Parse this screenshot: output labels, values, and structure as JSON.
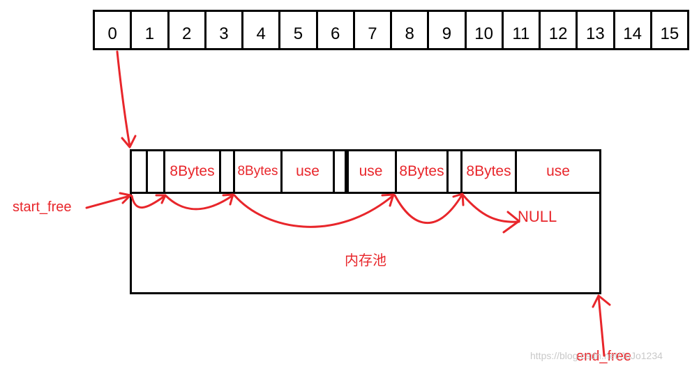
{
  "index_array": {
    "cells": [
      "0",
      "1",
      "2",
      "3",
      "4",
      "5",
      "6",
      "7",
      "8",
      "9",
      "10",
      "11",
      "12",
      "13",
      "14",
      "15"
    ]
  },
  "pool": {
    "label": "内存池",
    "blocks": [
      {
        "label": ""
      },
      {
        "label": ""
      },
      {
        "label": "8Bytes"
      },
      {
        "label": ""
      },
      {
        "label": "8Bytes"
      },
      {
        "label": "use"
      },
      {
        "label": ""
      },
      {
        "label": ""
      },
      {
        "label": "use"
      },
      {
        "label": "8Bytes"
      },
      {
        "label": ""
      },
      {
        "label": "8Bytes"
      },
      {
        "label": "use"
      }
    ],
    "null_label": "NULL"
  },
  "pointers": {
    "start_free": "start_free",
    "end_free": "end_free"
  },
  "watermark": "https://blog.csdn.net/JoJo1234",
  "colors": {
    "accent": "#e8262b",
    "line": "#000000"
  }
}
